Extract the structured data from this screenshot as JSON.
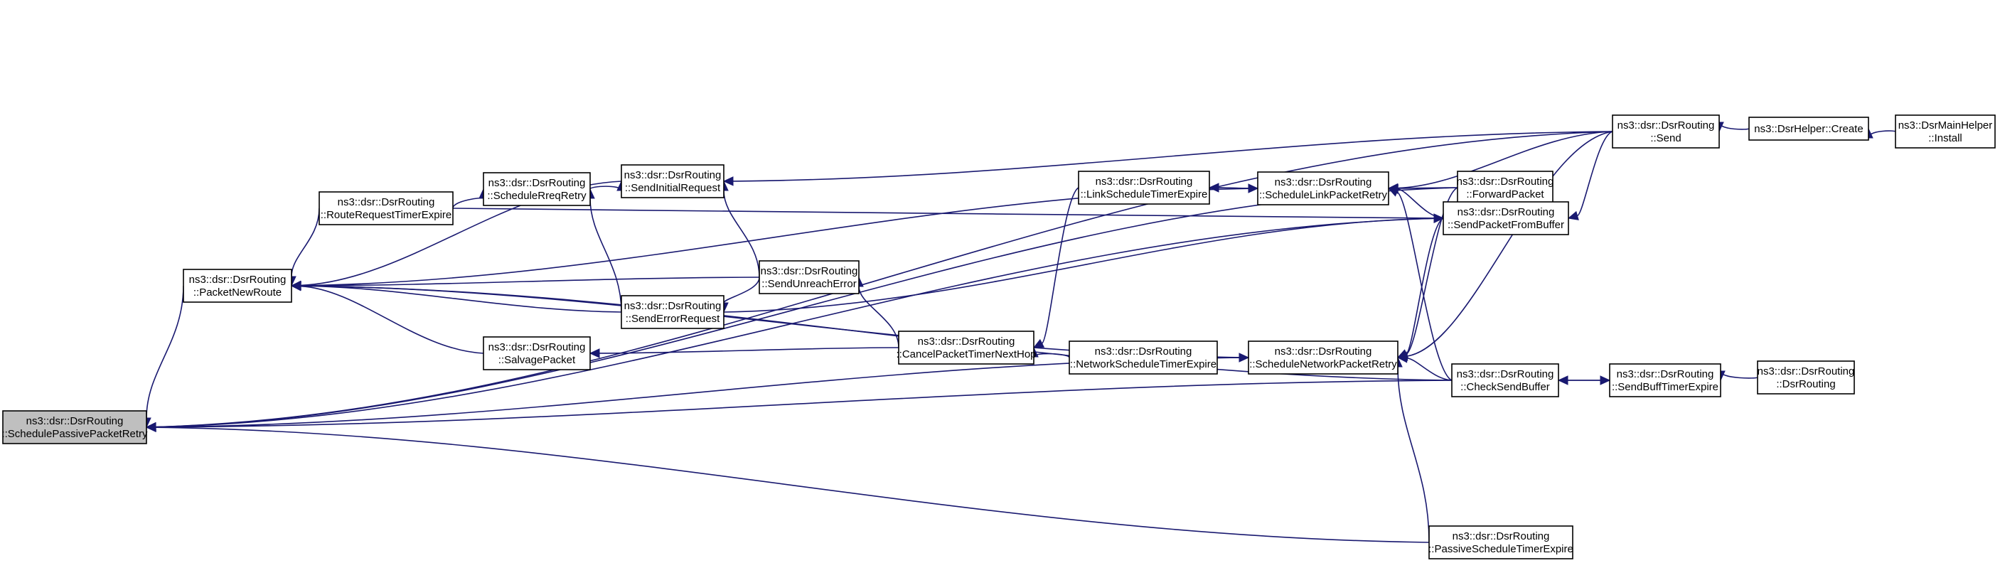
{
  "colors": {
    "edge": "#191970",
    "node_fill": "#ffffff",
    "root_fill": "#bfbfbf",
    "node_border": "#000000"
  },
  "nodes": [
    {
      "id": "spr",
      "line1": "ns3::dsr::DsrRouting",
      "line2": "::SchedulePassivePacketRetry",
      "root": true
    },
    {
      "id": "pnr",
      "line1": "ns3::dsr::DsrRouting",
      "line2": "::PacketNewRoute"
    },
    {
      "id": "rrte",
      "line1": "ns3::dsr::DsrRouting",
      "line2": "::RouteRequestTimerExpire"
    },
    {
      "id": "srr",
      "line1": "ns3::dsr::DsrRouting",
      "line2": "::ScheduleRreqRetry"
    },
    {
      "id": "sir",
      "line1": "ns3::dsr::DsrRouting",
      "line2": "::SendInitialRequest"
    },
    {
      "id": "sue",
      "line1": "ns3::dsr::DsrRouting",
      "line2": "::SendUnreachError"
    },
    {
      "id": "ser",
      "line1": "ns3::dsr::DsrRouting",
      "line2": "::SendErrorRequest"
    },
    {
      "id": "sp",
      "line1": "ns3::dsr::DsrRouting",
      "line2": "::SalvagePacket"
    },
    {
      "id": "cptnh",
      "line1": "ns3::dsr::DsrRouting",
      "line2": "::CancelPacketTimerNextHop"
    },
    {
      "id": "lste",
      "line1": "ns3::dsr::DsrRouting",
      "line2": "::LinkScheduleTimerExpire"
    },
    {
      "id": "slpr",
      "line1": "ns3::dsr::DsrRouting",
      "line2": "::ScheduleLinkPacketRetry"
    },
    {
      "id": "nste",
      "line1": "ns3::dsr::DsrRouting",
      "line2": "::NetworkScheduleTimerExpire"
    },
    {
      "id": "snpr",
      "line1": "ns3::dsr::DsrRouting",
      "line2": "::ScheduleNetworkPacketRetry"
    },
    {
      "id": "send",
      "line1": "ns3::dsr::DsrRouting",
      "line2": "::Send"
    },
    {
      "id": "fp",
      "line1": "ns3::dsr::DsrRouting",
      "line2": "::ForwardPacket"
    },
    {
      "id": "spfb",
      "line1": "ns3::dsr::DsrRouting",
      "line2": "::SendPacketFromBuffer"
    },
    {
      "id": "csb",
      "line1": "ns3::dsr::DsrRouting",
      "line2": "::CheckSendBuffer"
    },
    {
      "id": "pste",
      "line1": "ns3::dsr::DsrRouting",
      "line2": "::PassiveScheduleTimerExpire"
    },
    {
      "id": "sbte",
      "line1": "ns3::dsr::DsrRouting",
      "line2": "::SendBuffTimerExpire"
    },
    {
      "id": "ctor",
      "line1": "ns3::dsr::DsrRouting",
      "line2": "::DsrRouting"
    },
    {
      "id": "helper",
      "line1": "ns3::DsrHelper::Create",
      "line2": ""
    },
    {
      "id": "main",
      "line1": "ns3::DsrMainHelper",
      "line2": "::Install"
    }
  ],
  "edges": [
    {
      "from": "pnr",
      "to": "spr"
    },
    {
      "from": "send",
      "to": "spr"
    },
    {
      "from": "fp",
      "to": "spr"
    },
    {
      "from": "spfb",
      "to": "spr"
    },
    {
      "from": "csb",
      "to": "spr"
    },
    {
      "from": "snpr",
      "to": "spr"
    },
    {
      "from": "pste",
      "to": "spr"
    },
    {
      "from": "rrte",
      "to": "pnr"
    },
    {
      "from": "sir",
      "to": "pnr"
    },
    {
      "from": "slpr",
      "to": "pnr"
    },
    {
      "from": "sue",
      "to": "pnr"
    },
    {
      "from": "ser",
      "to": "pnr"
    },
    {
      "from": "sp",
      "to": "pnr"
    },
    {
      "from": "snpr",
      "to": "pnr"
    },
    {
      "from": "csb",
      "to": "pnr"
    },
    {
      "from": "rrte",
      "to": "srr"
    },
    {
      "from": "ser",
      "to": "srr"
    },
    {
      "from": "srr",
      "to": "sir"
    },
    {
      "from": "sue",
      "to": "sir"
    },
    {
      "from": "send",
      "to": "sir"
    },
    {
      "from": "sue",
      "to": "ser"
    },
    {
      "from": "cptnh",
      "to": "sue"
    },
    {
      "from": "cptnh",
      "to": "sp"
    },
    {
      "from": "lste",
      "to": "cptnh"
    },
    {
      "from": "nste",
      "to": "cptnh"
    },
    {
      "from": "slpr",
      "to": "lste"
    },
    {
      "from": "lste",
      "to": "slpr"
    },
    {
      "from": "send",
      "to": "slpr"
    },
    {
      "from": "fp",
      "to": "slpr"
    },
    {
      "from": "spfb",
      "to": "slpr"
    },
    {
      "from": "csb",
      "to": "slpr"
    },
    {
      "from": "snpr",
      "to": "nste"
    },
    {
      "from": "nste",
      "to": "snpr"
    },
    {
      "from": "fp",
      "to": "snpr"
    },
    {
      "from": "spfb",
      "to": "snpr"
    },
    {
      "from": "csb",
      "to": "snpr"
    },
    {
      "from": "send",
      "to": "snpr"
    },
    {
      "from": "pste",
      "to": "snpr"
    },
    {
      "from": "rrte",
      "to": "spfb"
    },
    {
      "from": "ser",
      "to": "spfb"
    },
    {
      "from": "send",
      "to": "spfb"
    },
    {
      "from": "sbte",
      "to": "csb"
    },
    {
      "from": "csb",
      "to": "sbte"
    },
    {
      "from": "ctor",
      "to": "sbte"
    },
    {
      "from": "helper",
      "to": "send"
    },
    {
      "from": "main",
      "to": "helper"
    }
  ]
}
